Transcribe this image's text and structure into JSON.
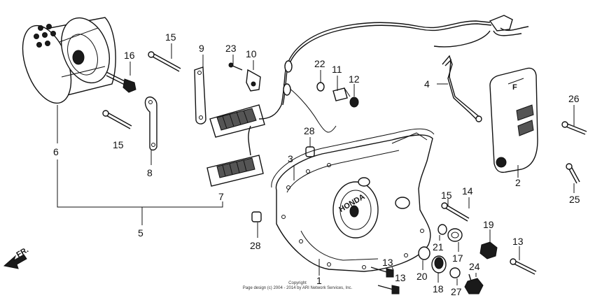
{
  "callouts": [
    {
      "id": "c1",
      "text": "1"
    },
    {
      "id": "c2",
      "text": "2"
    },
    {
      "id": "c3",
      "text": "3"
    },
    {
      "id": "c4",
      "text": "4"
    },
    {
      "id": "c5",
      "text": "5"
    },
    {
      "id": "c6",
      "text": "6"
    },
    {
      "id": "c7",
      "text": "7"
    },
    {
      "id": "c8",
      "text": "8"
    },
    {
      "id": "c9",
      "text": "9"
    },
    {
      "id": "c10",
      "text": "10"
    },
    {
      "id": "c11",
      "text": "11"
    },
    {
      "id": "c12",
      "text": "12"
    },
    {
      "id": "c13a",
      "text": "13"
    },
    {
      "id": "c13b",
      "text": "13"
    },
    {
      "id": "c13c",
      "text": "13"
    },
    {
      "id": "c14",
      "text": "14"
    },
    {
      "id": "c15a",
      "text": "15"
    },
    {
      "id": "c15b",
      "text": "15"
    },
    {
      "id": "c15c",
      "text": "15"
    },
    {
      "id": "c16",
      "text": "16"
    },
    {
      "id": "c17",
      "text": "17"
    },
    {
      "id": "c18",
      "text": "18"
    },
    {
      "id": "c19",
      "text": "19"
    },
    {
      "id": "c20",
      "text": "20"
    },
    {
      "id": "c21",
      "text": "21"
    },
    {
      "id": "c22",
      "text": "22"
    },
    {
      "id": "c23",
      "text": "23"
    },
    {
      "id": "c24",
      "text": "24"
    },
    {
      "id": "c25",
      "text": "25"
    },
    {
      "id": "c26",
      "text": "26"
    },
    {
      "id": "c27",
      "text": "27"
    },
    {
      "id": "c28a",
      "text": "28"
    },
    {
      "id": "c28b",
      "text": "28"
    }
  ],
  "direction_label": "FR.",
  "cover_marking": "HONDA",
  "copyright": {
    "line1": "Copyright",
    "line2": "Page design (c) 2004 - 2014 by ARI Network Services, Inc."
  }
}
